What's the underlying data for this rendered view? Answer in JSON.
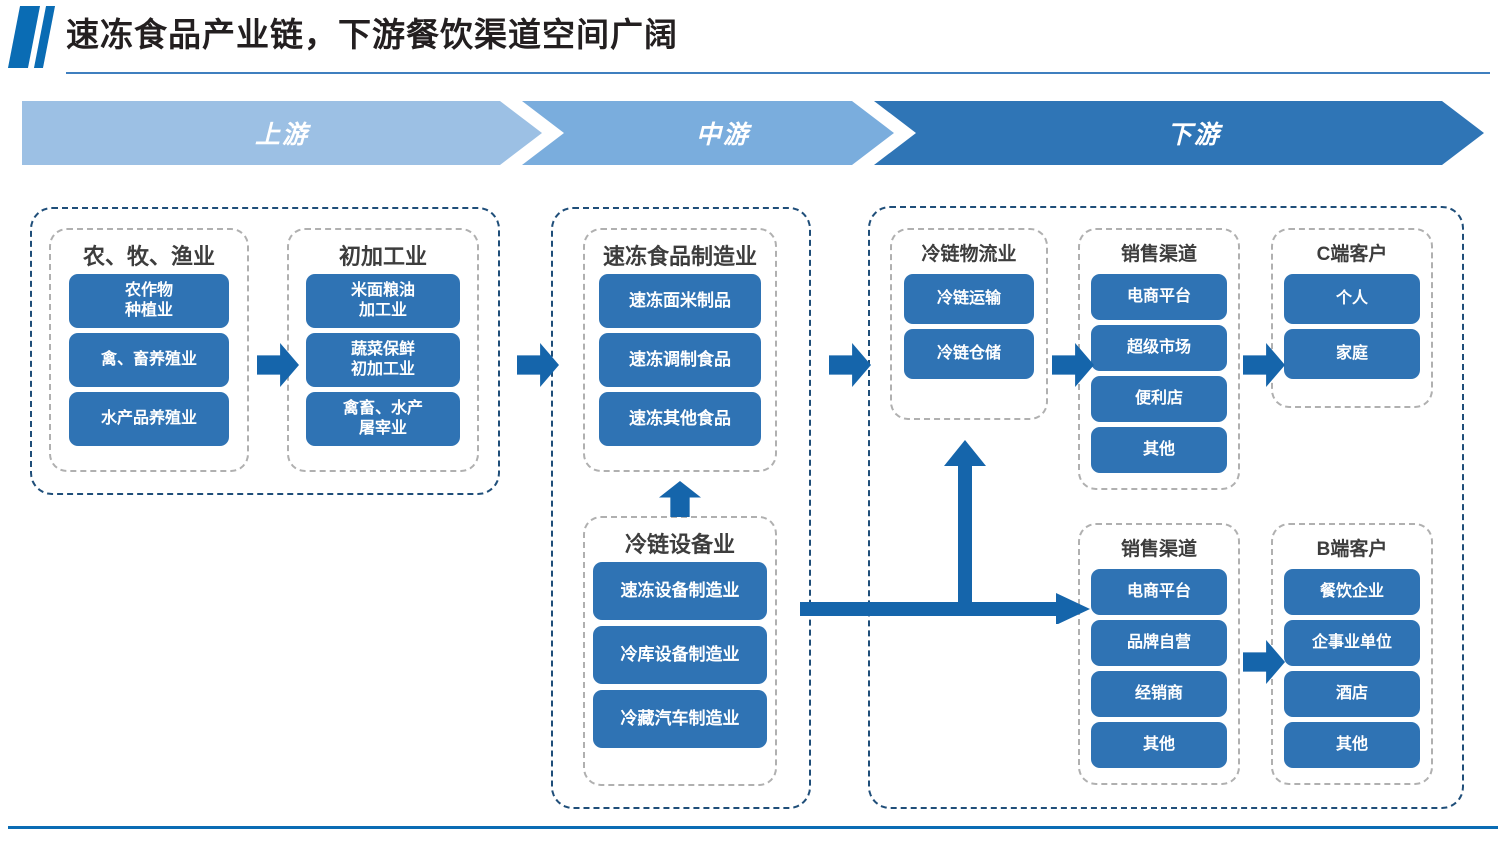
{
  "header": {
    "title": "速冻食品产业链，下游餐饮渠道空间广阔",
    "accent_color": "#0a6cb4",
    "rule_color": "#3f7fbf"
  },
  "stage_band": {
    "segments": [
      {
        "label": "上游",
        "color": "#9cc0e4"
      },
      {
        "label": "中游",
        "color": "#7aaddd"
      },
      {
        "label": "下游",
        "color": "#2f75b6"
      }
    ]
  },
  "palette": {
    "chip": "#2f73b4",
    "arrow": "#1565ab",
    "outer_dash": "#1f4e79",
    "inner_dash": "#b0b0b0"
  },
  "segments": {
    "upstream": {
      "groups": [
        {
          "title": "农、牧、渔业",
          "items": [
            "农作物\n种植业",
            "禽、畜养殖业",
            "水产品养殖业"
          ]
        },
        {
          "title": "初加工业",
          "items": [
            "米面粮油\n加工业",
            "蔬菜保鲜\n初加工业",
            "禽畜、水产\n屠宰业"
          ]
        }
      ]
    },
    "midstream": {
      "groups": [
        {
          "title": "速冻食品制造业",
          "items": [
            "速冻面米制品",
            "速冻调制食品",
            "速冻其他食品"
          ]
        },
        {
          "title": "冷链设备业",
          "items": [
            "速冻设备制造业",
            "冷库设备制造业",
            "冷藏汽车制造业"
          ]
        }
      ]
    },
    "downstream": {
      "groups": [
        {
          "title": "冷链物流业",
          "items": [
            "冷链运输",
            "冷链仓储"
          ]
        },
        {
          "title": "销售渠道",
          "items": [
            "电商平台",
            "超级市场",
            "便利店",
            "其他"
          ]
        },
        {
          "title": "C端客户",
          "items": [
            "个人",
            "家庭"
          ]
        },
        {
          "title": "销售渠道",
          "items": [
            "电商平台",
            "品牌自营",
            "经销商",
            "其他"
          ]
        },
        {
          "title": "B端客户",
          "items": [
            "餐饮企业",
            "企事业单位",
            "酒店",
            "其他"
          ]
        }
      ]
    }
  },
  "connectors": [
    {
      "name": "agri-to-primary",
      "icon": "arrow-right-icon"
    },
    {
      "name": "upstream-to-midstream",
      "icon": "arrow-right-icon"
    },
    {
      "name": "midstream-to-logistics",
      "icon": "arrow-right-icon"
    },
    {
      "name": "logistics-to-channel-c",
      "icon": "arrow-right-icon"
    },
    {
      "name": "channel-c-to-customer-c",
      "icon": "arrow-right-icon"
    },
    {
      "name": "channel-b-to-customer-b",
      "icon": "arrow-right-icon"
    },
    {
      "name": "equipment-to-manufacturing",
      "icon": "arrow-up-icon"
    },
    {
      "name": "equipment-to-logistics-and-channel-b",
      "icon": "arrow-tee-icon"
    }
  ]
}
